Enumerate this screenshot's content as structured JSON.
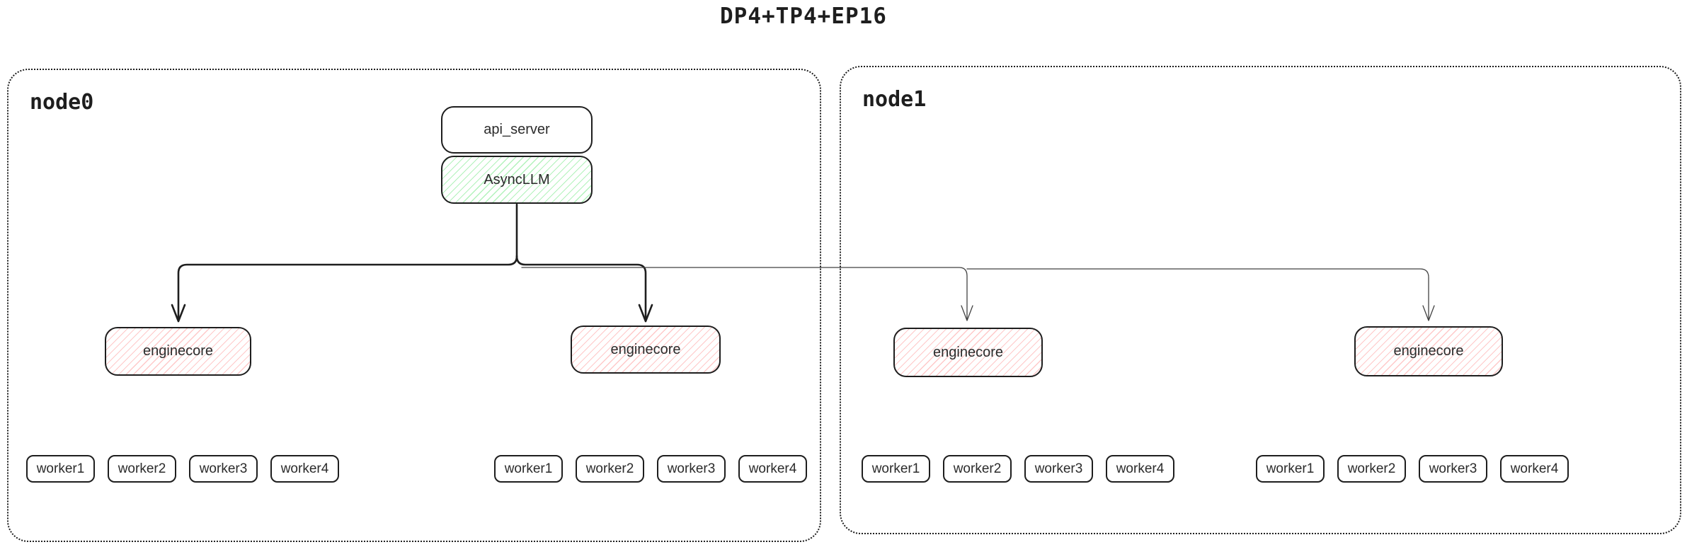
{
  "title": "DP4+TP4+EP16",
  "colors": {
    "stroke": "#1e1e1e",
    "thin_stroke": "#424242",
    "red_hatch": "#ffc9c9",
    "green_hatch": "#b2f2bb"
  },
  "node0": {
    "label": "node0"
  },
  "node1": {
    "label": "node1"
  },
  "api_server": {
    "label": "api_server"
  },
  "async_llm": {
    "label": "AsyncLLM"
  },
  "enginecores": [
    {
      "label": "enginecore"
    },
    {
      "label": "enginecore"
    },
    {
      "label": "enginecore"
    },
    {
      "label": "enginecore"
    }
  ],
  "worker_groups": [
    {
      "workers": [
        "worker1",
        "worker2",
        "worker3",
        "worker4"
      ]
    },
    {
      "workers": [
        "worker1",
        "worker2",
        "worker3",
        "worker4"
      ]
    },
    {
      "workers": [
        "worker1",
        "worker2",
        "worker3",
        "worker4"
      ]
    },
    {
      "workers": [
        "worker1",
        "worker2",
        "worker3",
        "worker4"
      ]
    }
  ]
}
